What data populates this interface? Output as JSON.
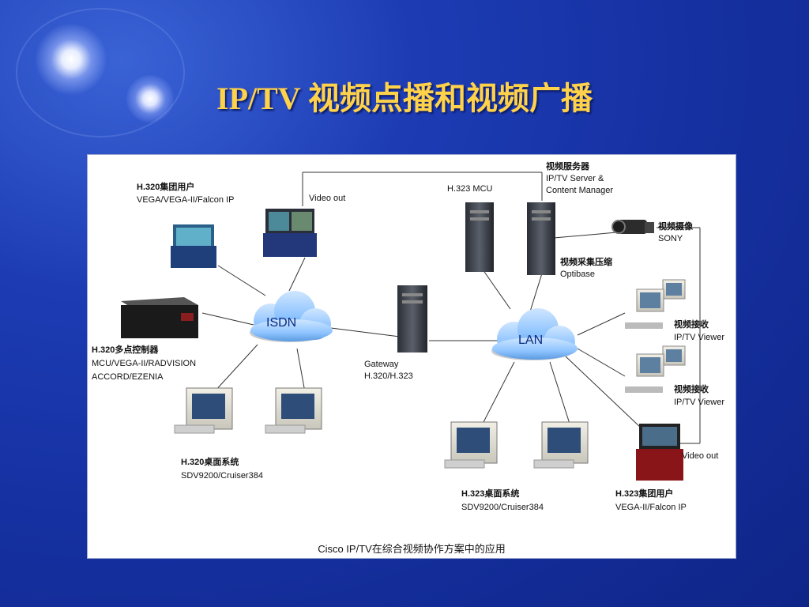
{
  "title": "IP/TV 视频点播和视频广播",
  "clouds": {
    "isdn": "ISDN",
    "lan": "LAN"
  },
  "labels": {
    "h320_group_line1": "H.320集团用户",
    "h320_group_line2": "VEGA/VEGA-II/Falcon IP",
    "video_out_top": "Video out",
    "h323_mcu": "H.323 MCU",
    "server_line1": "视频服务器",
    "server_line2": "IP/TV Server &",
    "server_line3": "Content Manager",
    "camera_line1": "视频摄像",
    "camera_line2": "SONY",
    "capture_line1": "视频采集压缩",
    "capture_line2": "Optibase",
    "mcu_line1": "H.320多点控制器",
    "mcu_line2": "MCU/VEGA-II/RADVISION",
    "mcu_line3": "ACCORD/EZENIA",
    "gateway_line1": "Gateway",
    "gateway_line2": "H.320/H.323",
    "viewer1_line1": "视频接收",
    "viewer1_line2": "IP/TV Viewer",
    "viewer2_line1": "视频接收",
    "viewer2_line2": "IP/TV Viewer",
    "video_out_bottom": "Video out",
    "h320_desktop_line1": "H.320桌面系统",
    "h320_desktop_line2": "SDV9200/Cruiser384",
    "h323_desktop_line1": "H.323桌面系统",
    "h323_desktop_line2": "SDV9200/Cruiser384",
    "h323_group_line1": "H.323集团用户",
    "h323_group_line2": "VEGA-II/Falcon IP"
  },
  "caption": "Cisco IP/TV在综合视频协作方案中的应用",
  "colors": {
    "title": "#ffd24a",
    "cloud": "#8fc4ff",
    "cloud_text": "#0a2a80",
    "background": "#1530a0"
  }
}
